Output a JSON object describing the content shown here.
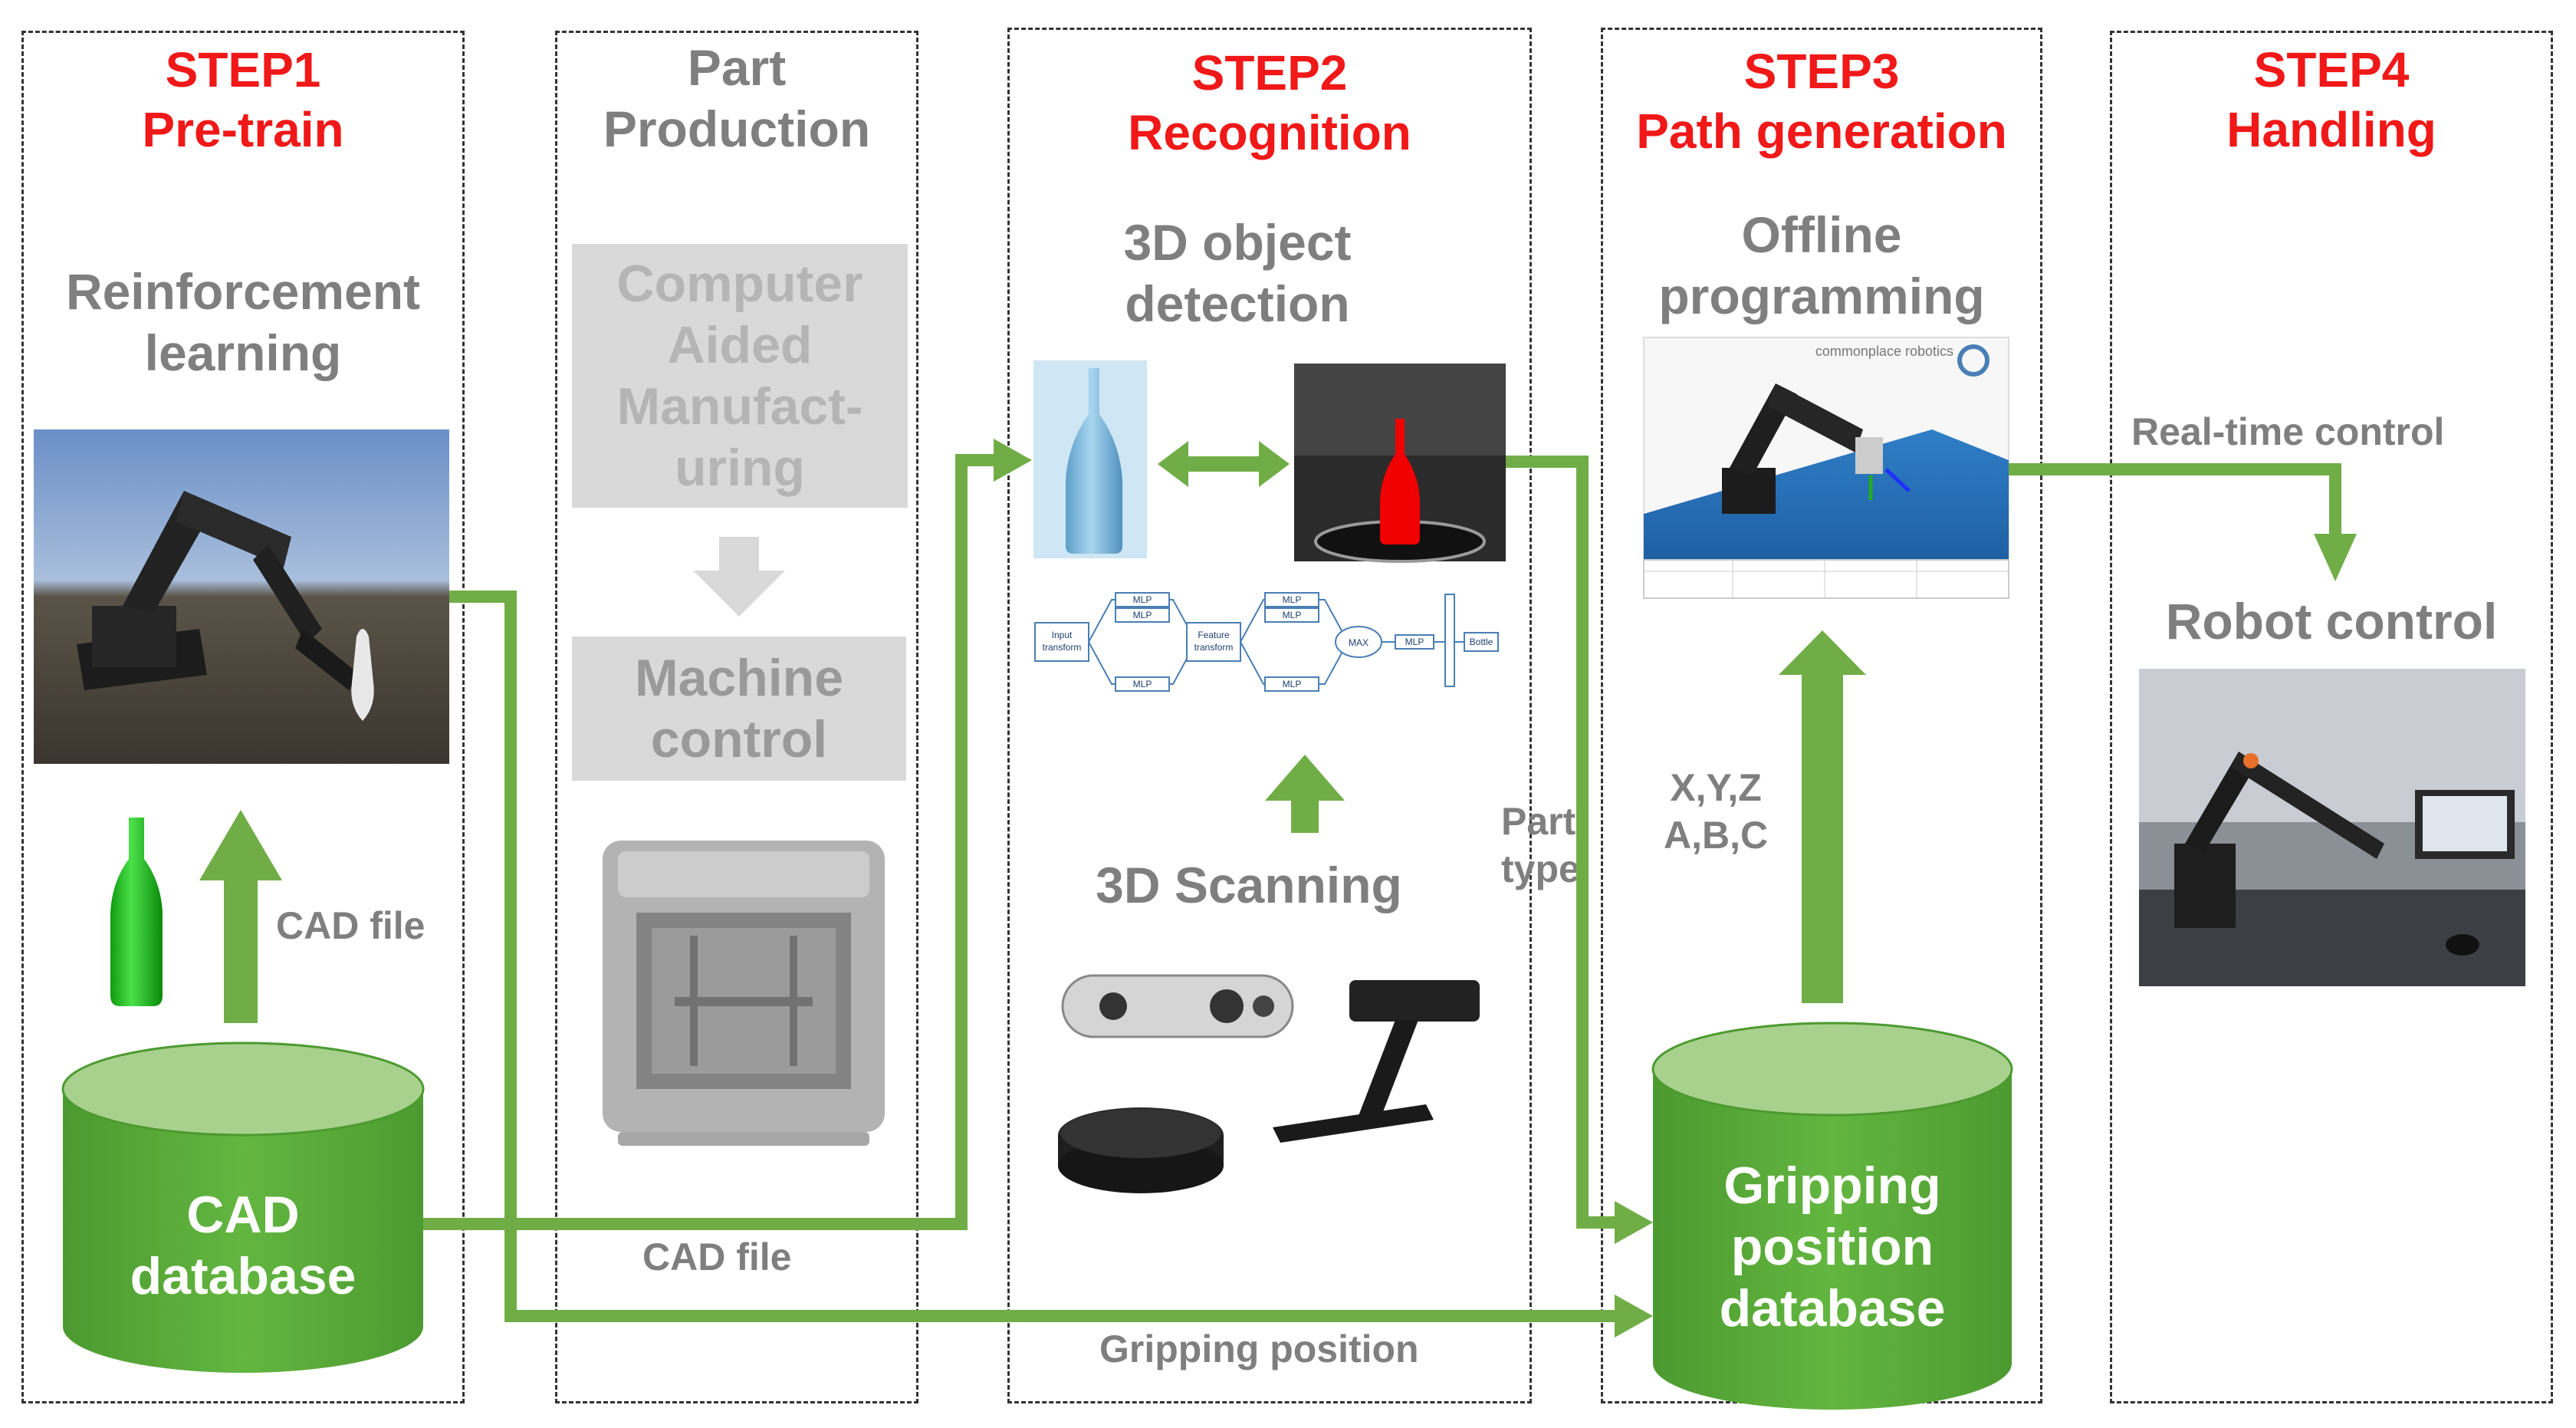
{
  "steps": {
    "step1": {
      "label": "STEP1",
      "title": "Pre-train"
    },
    "step2": {
      "label": "STEP2",
      "title": "Recognition"
    },
    "step3": {
      "label": "STEP3",
      "title": "Path generation"
    },
    "step4": {
      "label": "STEP4",
      "title": "Handling"
    }
  },
  "part_production": {
    "title_line1": "Part",
    "title_line2": "Production",
    "cam_box": [
      "Computer",
      "Aided",
      "Manufact-",
      "uring"
    ],
    "machine_box": [
      "Machine",
      "control"
    ]
  },
  "step1": {
    "heading_line1": "Reinforcement",
    "heading_line2": "learning",
    "cad_file_label": "CAD file",
    "database_line1": "CAD",
    "database_line2": "database"
  },
  "step2": {
    "heading_line1": "3D object",
    "heading_line2": "detection",
    "scanning_heading": "3D Scanning",
    "network": {
      "input_transform": [
        "Input",
        "transform"
      ],
      "feature_transform": [
        "Feature",
        "transform"
      ],
      "mlp": "MLP",
      "max": "MAX",
      "output": "Bottle"
    },
    "part_type_label": [
      "Part",
      "type"
    ]
  },
  "step3": {
    "heading_line1": "Offline",
    "heading_line2": "programming",
    "software_brand": "commonplace robotics",
    "coords_label": [
      "X,Y,Z",
      "A,B,C"
    ],
    "database": [
      "Gripping",
      "position",
      "database"
    ]
  },
  "step4": {
    "realtime_label": "Real-time control",
    "heading": "Robot control"
  },
  "bottom_labels": {
    "cad_file": "CAD file",
    "gripping_position": "Gripping position"
  },
  "colors": {
    "step_red": "#f01818",
    "arrow_green": "#70ad47",
    "heading_gray": "#7f7f7f",
    "cylinder_green": "#5daf3d",
    "cylinder_top": "#a9d18e"
  }
}
